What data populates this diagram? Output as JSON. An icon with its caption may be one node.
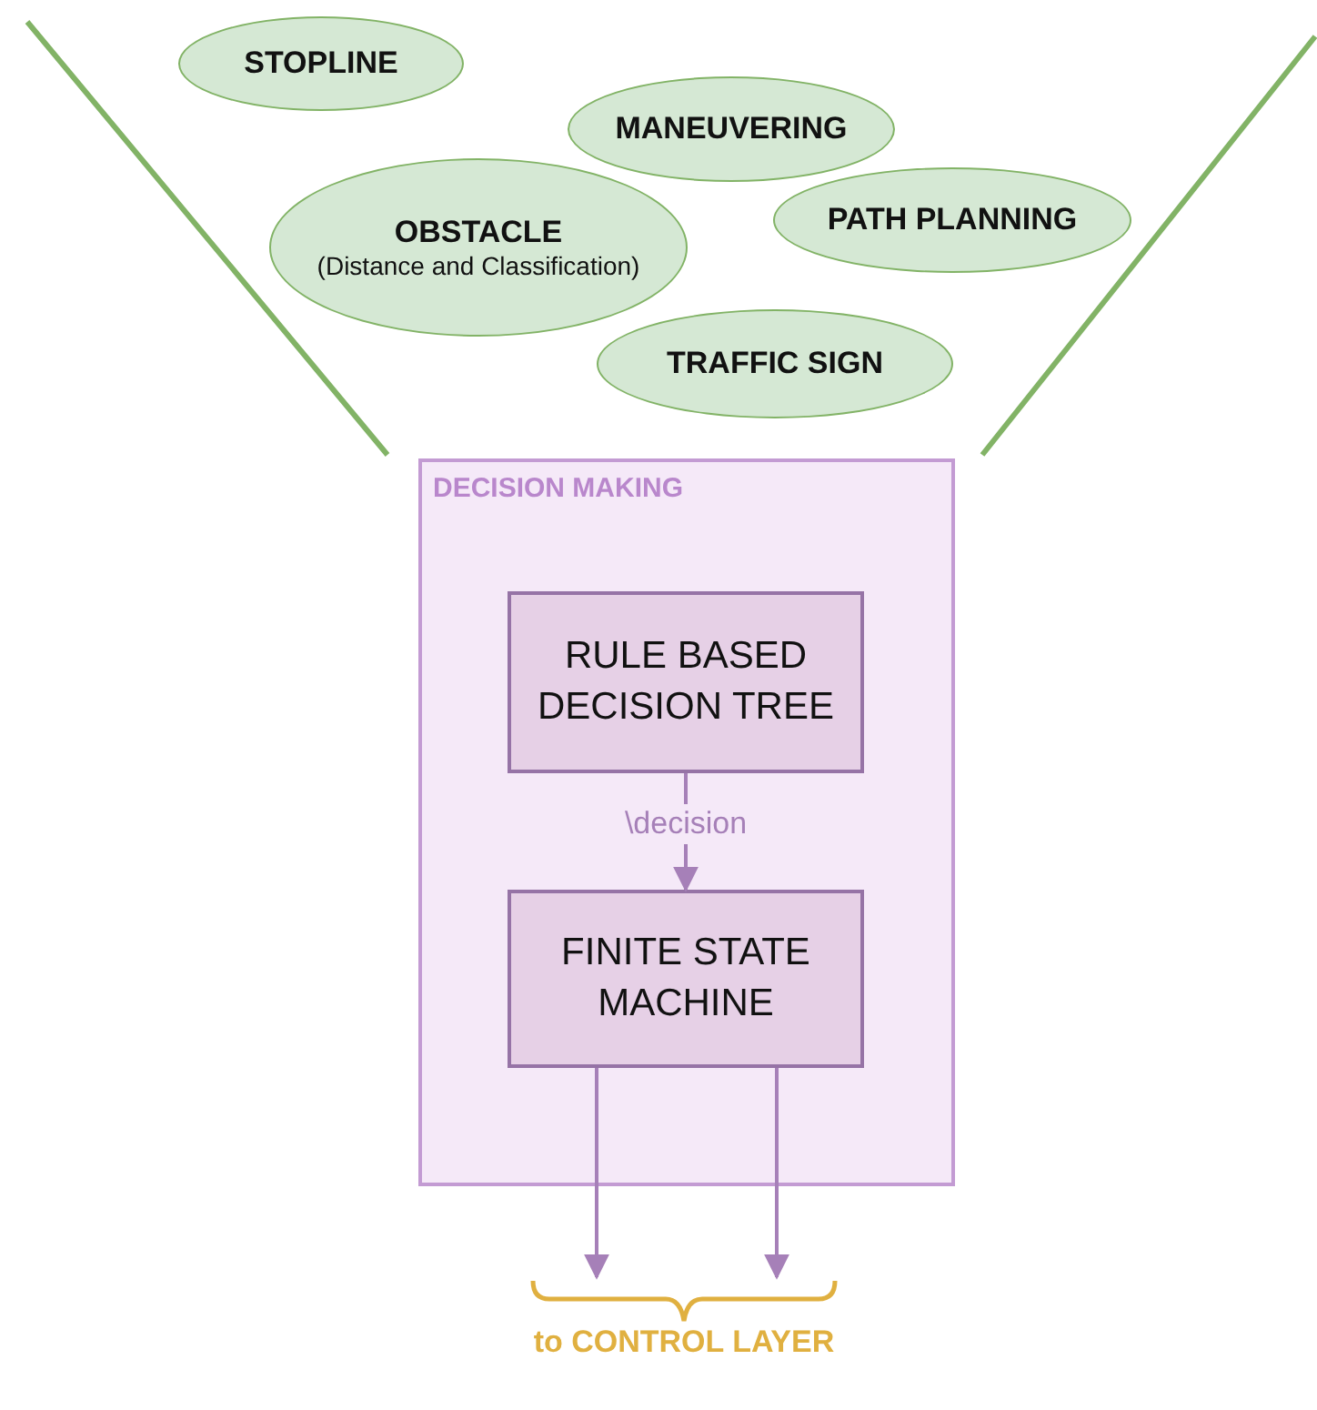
{
  "diagram": {
    "nodes": [
      {
        "text": [
          "STOPLINE"
        ]
      },
      {
        "text": [
          "MANEUVERING"
        ]
      },
      {
        "text": [
          "OBSTACLE",
          "(Distance and Classification)"
        ]
      },
      {
        "text": [
          "PATH PLANNING"
        ]
      },
      {
        "text": [
          "TRAFFIC SIGN"
        ]
      },
      {
        "text": [
          "DECISION MAKING"
        ]
      },
      {
        "text": [
          "RULE BASED DECISION TREE"
        ],
        "in": 5
      },
      {
        "text": [
          "FINITE STATE MACHINE"
        ],
        "in": 5
      },
      {
        "text": [
          "to CONTROL LAYER"
        ]
      }
    ],
    "edges": [
      {
        "from": 6,
        "to": 7,
        "arrow": "to",
        "label": "\\decision"
      },
      {
        "from": 7,
        "to": 8,
        "arrow": "to"
      },
      {
        "from": 7,
        "to": 8,
        "arrow": "to"
      }
    ]
  }
}
